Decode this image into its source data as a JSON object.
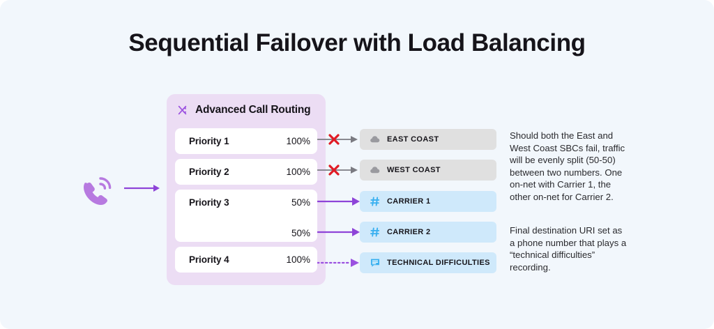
{
  "page": {
    "title": "Sequential Failover with Load Balancing",
    "background_color": "#f2f7fc"
  },
  "colors": {
    "panel_background": "#ecddf4",
    "card_background": "#ffffff",
    "accent_purple": "#9b51e0",
    "arrow_purple": "#8e44d8",
    "failed_arrow_gray": "#7b7b82",
    "failed_marker_red": "#e01b24",
    "destination_gray": "#e0e0e0",
    "destination_blue": "#cfe9fb",
    "carrier_icon_blue": "#3ab0f0",
    "cloud_icon_gray": "#9a9a9f",
    "text_dark": "#16141a"
  },
  "call_origin": {
    "icon": "phone-ringing-icon",
    "arrow": "arrow-right-icon"
  },
  "routing_panel": {
    "icon": "shuffle-icon",
    "title": "Advanced Call Routing",
    "priorities": [
      {
        "name": "Priority 1",
        "rows": [
          {
            "percent": "100%"
          }
        ]
      },
      {
        "name": "Priority 2",
        "rows": [
          {
            "percent": "100%"
          }
        ]
      },
      {
        "name": "Priority 3",
        "rows": [
          {
            "percent": "50%"
          },
          {
            "percent": "50%"
          }
        ]
      },
      {
        "name": "Priority 4",
        "rows": [
          {
            "percent": "100%"
          }
        ]
      }
    ]
  },
  "connectors": [
    {
      "name": "connector-priority-1",
      "style": "solid-gray",
      "status": "failed",
      "marker": "red-x-icon"
    },
    {
      "name": "connector-priority-2",
      "style": "solid-gray",
      "status": "failed",
      "marker": "red-x-icon"
    },
    {
      "name": "connector-priority-3a",
      "style": "solid-purple",
      "status": "active",
      "marker": "none"
    },
    {
      "name": "connector-priority-3b",
      "style": "solid-purple",
      "status": "active",
      "marker": "none"
    },
    {
      "name": "connector-priority-4",
      "style": "dotted-purple",
      "status": "fallback",
      "marker": "none"
    }
  ],
  "destinations": [
    {
      "label": "EAST COAST",
      "icon": "cloud-icon",
      "theme": "gray"
    },
    {
      "label": "WEST COAST",
      "icon": "cloud-icon",
      "theme": "gray"
    },
    {
      "label": "CARRIER 1",
      "icon": "hash-icon",
      "theme": "blue"
    },
    {
      "label": "CARRIER 2",
      "icon": "hash-icon",
      "theme": "blue"
    },
    {
      "label": "TECHNICAL DIFFICULTIES",
      "icon": "message-icon",
      "theme": "blue"
    }
  ],
  "notes": [
    "Should both the East and West Coast SBCs fail, traffic will be evenly split (50-50) between two numbers. One on-net with Carrier 1, the other on-net for Carrier 2.",
    "Final destination URI set as a phone number that plays a “technical difficulties” recording."
  ]
}
